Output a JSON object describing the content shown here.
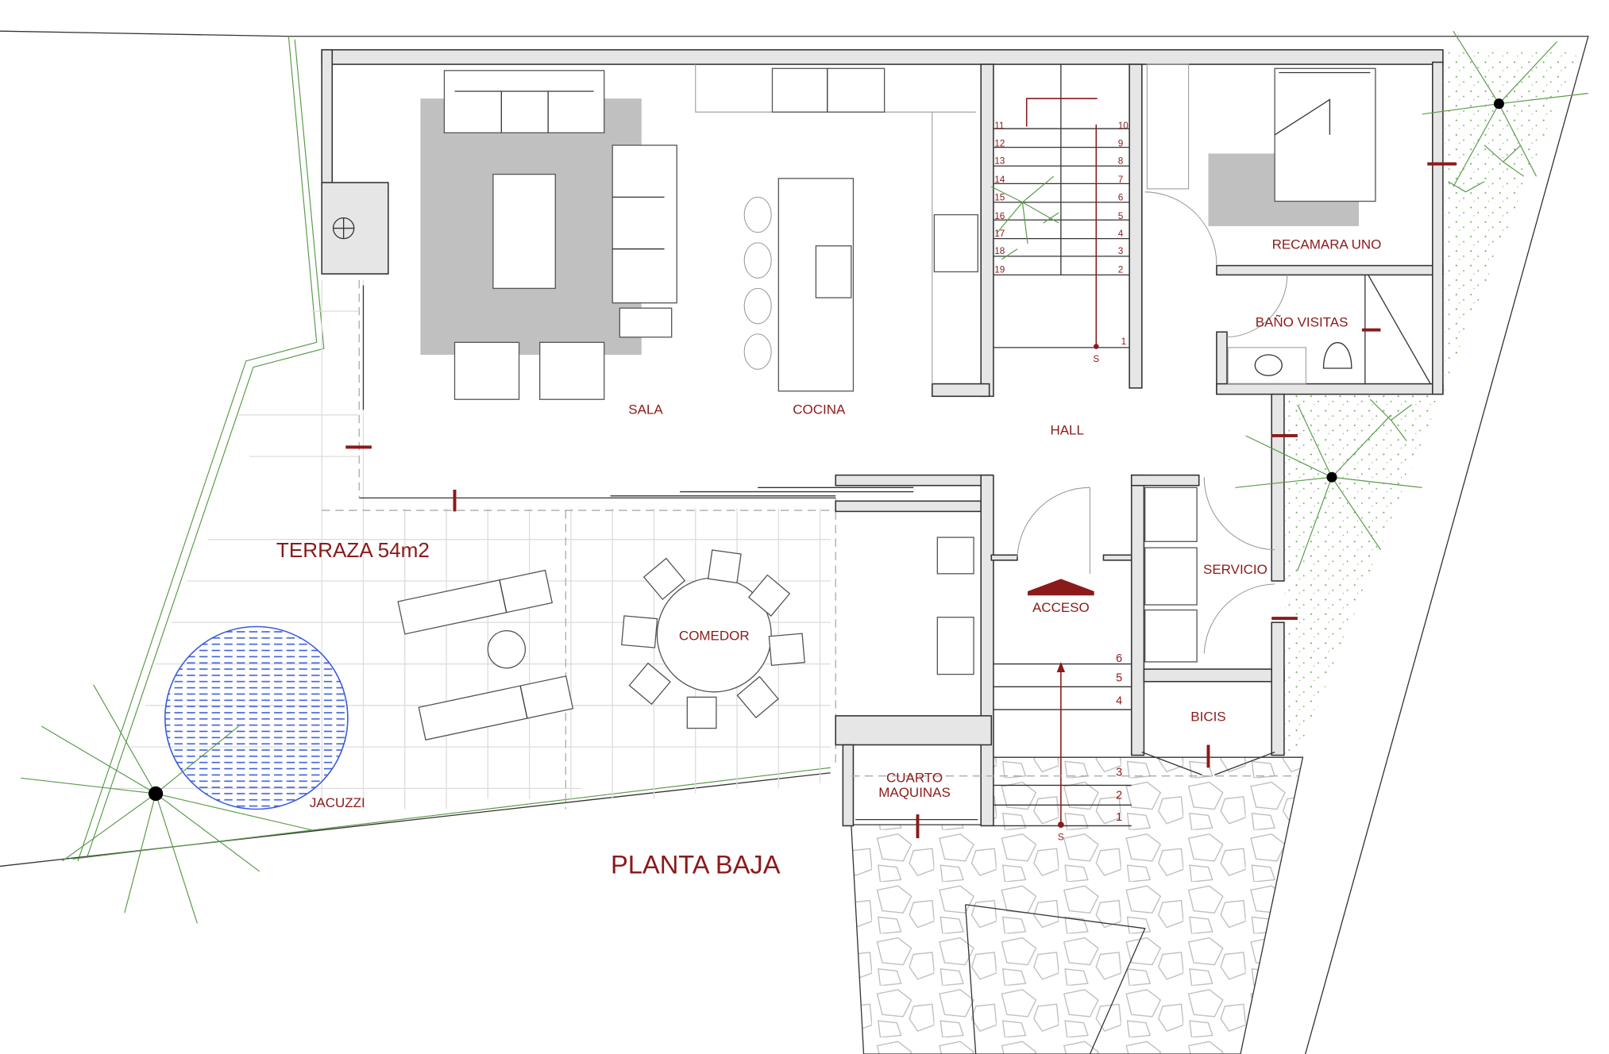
{
  "title": "PLANTA BAJA",
  "rooms": {
    "sala": "SALA",
    "cocina": "COCINA",
    "hall": "HALL",
    "recamara": "RECAMARA UNO",
    "bano": "BAÑO VISITAS",
    "terraza": "TERRAZA 54m2",
    "comedor": "COMEDOR",
    "acceso": "ACCESO",
    "servicio": "SERVICIO",
    "bicis": "BICIS",
    "cuarto_1": "CUARTO",
    "cuarto_2": "MAQUINAS",
    "jacuzzi": "JACUZZI"
  },
  "upper_stair": {
    "left_numbers": [
      "11",
      "12",
      "13",
      "14",
      "15",
      "16",
      "17",
      "18",
      "19"
    ],
    "right_numbers": [
      "10",
      "9",
      "8",
      "7",
      "6",
      "5",
      "4",
      "3",
      "2"
    ],
    "first": "1",
    "start": "S"
  },
  "lower_stair": {
    "numbers_top": [
      "6",
      "5",
      "4"
    ],
    "numbers_bottom": [
      "3",
      "2",
      "1"
    ],
    "start": "S"
  },
  "colors": {
    "label": "#8b1a1a",
    "jacuzzi": "#3a5bd9",
    "rug": "#c0c0c0",
    "plants": "#5a9a4a"
  }
}
